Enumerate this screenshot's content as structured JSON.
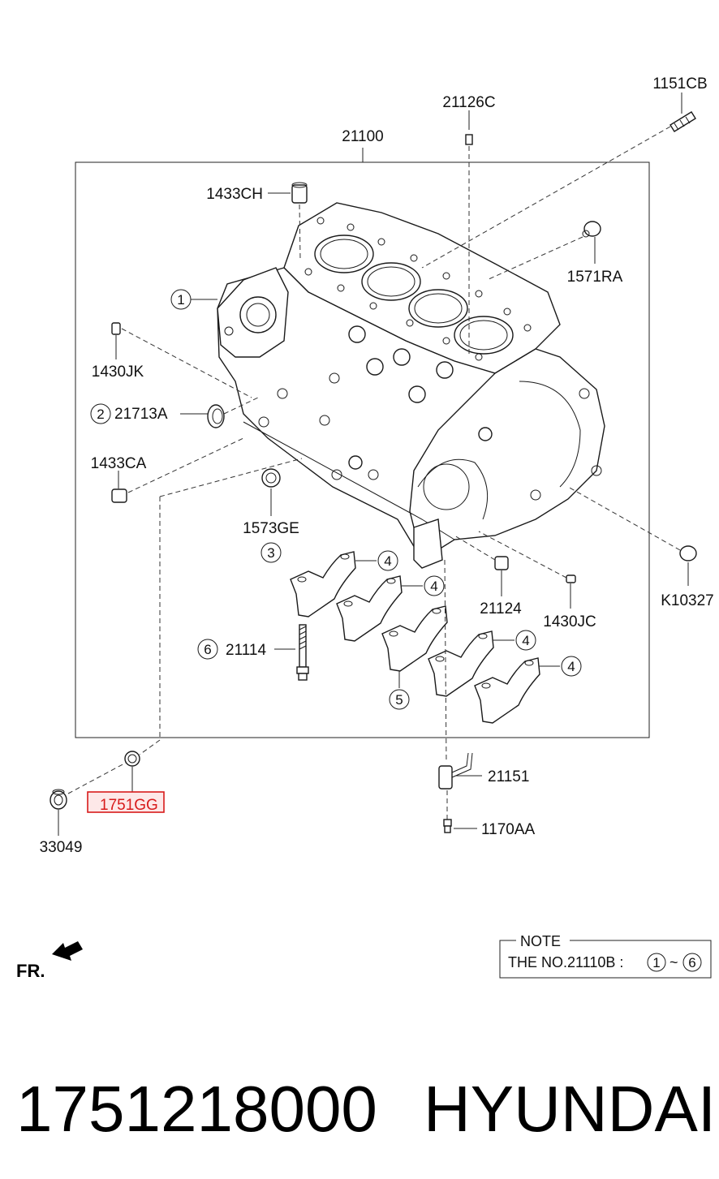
{
  "diagram": {
    "frame_part": "21100",
    "parts": {
      "p1151CB": "1151CB",
      "p21126C": "21126C",
      "p1433CH": "1433CH",
      "p1571RA": "1571RA",
      "p1430JK": "1430JK",
      "p21713A": "21713A",
      "p1433CA": "1433CA",
      "p1573GE": "1573GE",
      "p21124": "21124",
      "p1430JC": "1430JC",
      "pK10327": "K10327",
      "p21114": "21114",
      "p21151": "21151",
      "p1170AA": "1170AA",
      "p33049": "33049",
      "p1751GG": "1751GG"
    },
    "callouts": {
      "c1": "1",
      "c2": "2",
      "c3": "3",
      "c4a": "4",
      "c4b": "4",
      "c4c": "4",
      "c4d": "4",
      "c5": "5",
      "c6": "6"
    },
    "highlight_color": "#d81b1b",
    "front_label": "FR."
  },
  "note": {
    "title": "NOTE",
    "text": "THE NO.21110B :",
    "range_start": "1",
    "range_sep": "~",
    "range_end": "6"
  },
  "footer": {
    "part_number": "1751218000",
    "brand": "HYUNDAI"
  }
}
